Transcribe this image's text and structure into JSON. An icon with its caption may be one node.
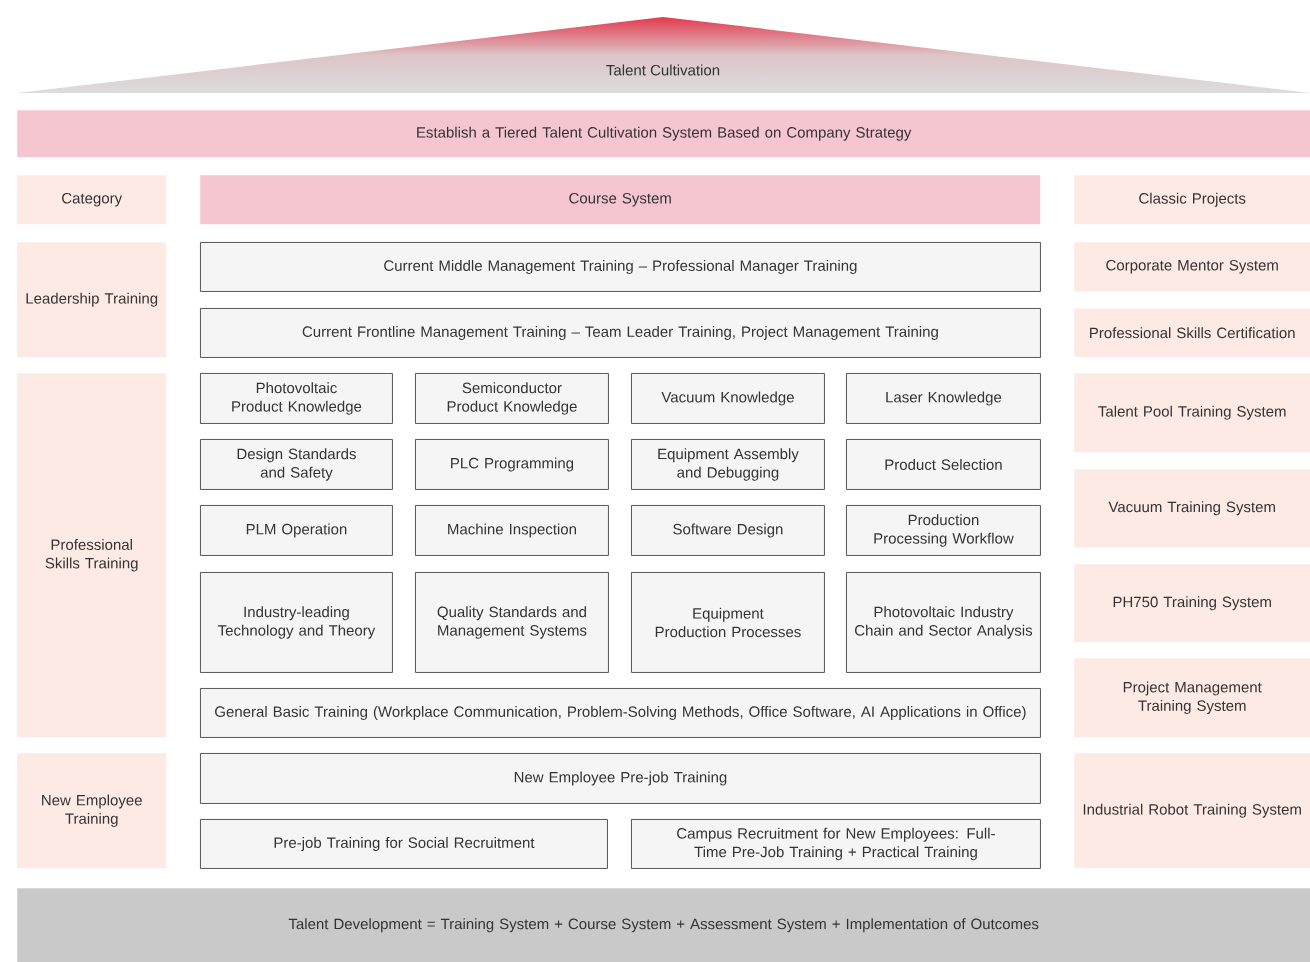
{
  "diagram": {
    "nodes": [
      {
        "text": [
          "Talent Cultivation"
        ]
      },
      {
        "text": [
          "Establish a Tiered Talent Cultivation System Based on Company Strategy"
        ]
      },
      {
        "text": [
          "Category"
        ]
      },
      {
        "text": [
          "Course System"
        ]
      },
      {
        "text": [
          "Classic Projects"
        ]
      },
      {
        "text": [
          "Leadership Training"
        ]
      },
      {
        "text": [
          "Current Middle Management Training – Professional Manager Training"
        ]
      },
      {
        "text": [
          "Current Frontline Management Training – Team Leader Training, Project Management Training"
        ]
      },
      {
        "text": [
          "Professional Skills Training"
        ]
      },
      {
        "text": [
          "Photovoltaic Product Knowledge"
        ]
      },
      {
        "text": [
          "Semiconductor Product Knowledge"
        ]
      },
      {
        "text": [
          "Vacuum Knowledge"
        ]
      },
      {
        "text": [
          "Laser Knowledge"
        ]
      },
      {
        "text": [
          "Design Standards and Safety"
        ]
      },
      {
        "text": [
          "PLC Programming"
        ]
      },
      {
        "text": [
          "Equipment Assembly and Debugging"
        ]
      },
      {
        "text": [
          "Product Selection"
        ]
      },
      {
        "text": [
          "PLM Operation"
        ]
      },
      {
        "text": [
          "Machine Inspection"
        ]
      },
      {
        "text": [
          "Software Design"
        ]
      },
      {
        "text": [
          "Production Processing Workflow"
        ]
      },
      {
        "text": [
          "Industry-leading Technology and Theory"
        ]
      },
      {
        "text": [
          "Quality Standards and Management Systems"
        ]
      },
      {
        "text": [
          "Equipment Production Processes"
        ]
      },
      {
        "text": [
          "Photovoltaic Industry Chain and Sector Analysis"
        ]
      },
      {
        "text": [
          "General Basic Training (Workplace Communication, Problem-Solving Methods, Office Software, AI Applications in Office)"
        ]
      },
      {
        "text": [
          "New Employee Training"
        ]
      },
      {
        "text": [
          "New Employee Pre-job Training"
        ]
      },
      {
        "text": [
          "Pre-job Training for Social Recruitment"
        ]
      },
      {
        "text": [
          "Campus Recruitment for New Employees: Full-Time Pre-Job Training + Practical Training"
        ]
      },
      {
        "text": [
          "Corporate Mentor System"
        ]
      },
      {
        "text": [
          "Professional Skills Certification"
        ]
      },
      {
        "text": [
          "Talent Pool Training System"
        ]
      },
      {
        "text": [
          "Vacuum Training System"
        ]
      },
      {
        "text": [
          "PH750 Training System"
        ]
      },
      {
        "text": [
          "Project Management Training System"
        ]
      },
      {
        "text": [
          "Industrial Robot Training System"
        ]
      },
      {
        "text": [
          "Talent Development = Training System + Course System + Assessment System + Implementation of Outcomes"
        ]
      }
    ]
  }
}
